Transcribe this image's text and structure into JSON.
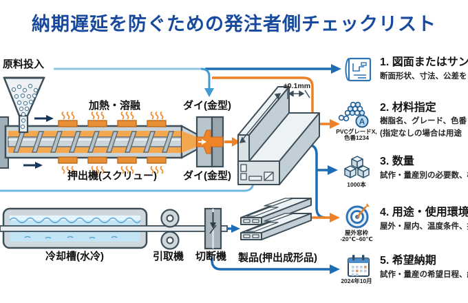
{
  "title": "納期遅延を防ぐための発注者側チェックリスト",
  "colors": {
    "title_blue": "#17499c",
    "arrow_dark_blue": "#1d6db6",
    "arrow_medium_blue": "#3e9ad2",
    "line_light_blue": "#8fc6e2",
    "arrow_orange": "#ee8024",
    "machine_gray": "#c9d4da",
    "outline_gray": "#3d4e58",
    "heater_orange": "#e98f35",
    "melt_orange": "#f3a74f",
    "water_blue": "#c3e4f4"
  },
  "machine": {
    "labels": {
      "hopper": "原料投入",
      "heating": "加熱・溶融",
      "die_top": "ダイ(金型)",
      "extruder": "押出機(スクリュー)",
      "die_bottom": "ダイ(金型)",
      "tolerance": "±0.1mm",
      "cooling": "冷却槽(水冷)",
      "puller": "引取機",
      "cutter": "切断機",
      "product": "製品(押出成形品)"
    }
  },
  "checklist": [
    {
      "title": "1. 図面またはサン",
      "lines": [
        "断面形状、寸法、公差を"
      ],
      "icon": "blueprint-icon",
      "captions": []
    },
    {
      "title": "2. 材料指定",
      "lines": [
        "樹脂名、グレード、色番",
        "(指定なしの場合は用途"
      ],
      "icon": "material-pellets-icon",
      "icon_letter": "A",
      "captions": [
        "PVCグレードX,",
        "色番1234"
      ]
    },
    {
      "title": "3. 数量",
      "lines": [
        "試作・量産別の必要数、梱"
      ],
      "icon": "quantity-boxes-icon",
      "captions": [
        "1000本"
      ]
    },
    {
      "title": "4. 用途・使用環境",
      "lines": [
        "屋外・屋内、温度条件、接"
      ],
      "icon": "usage-target-icon",
      "captions": [
        "屋外窓枠",
        "-20℃~60℃"
      ]
    },
    {
      "title": "5. 希望納期",
      "lines": [
        "試作・量産の希望日程、納"
      ],
      "icon": "delivery-calendar-icon",
      "captions": [
        "2024年10月"
      ]
    }
  ]
}
